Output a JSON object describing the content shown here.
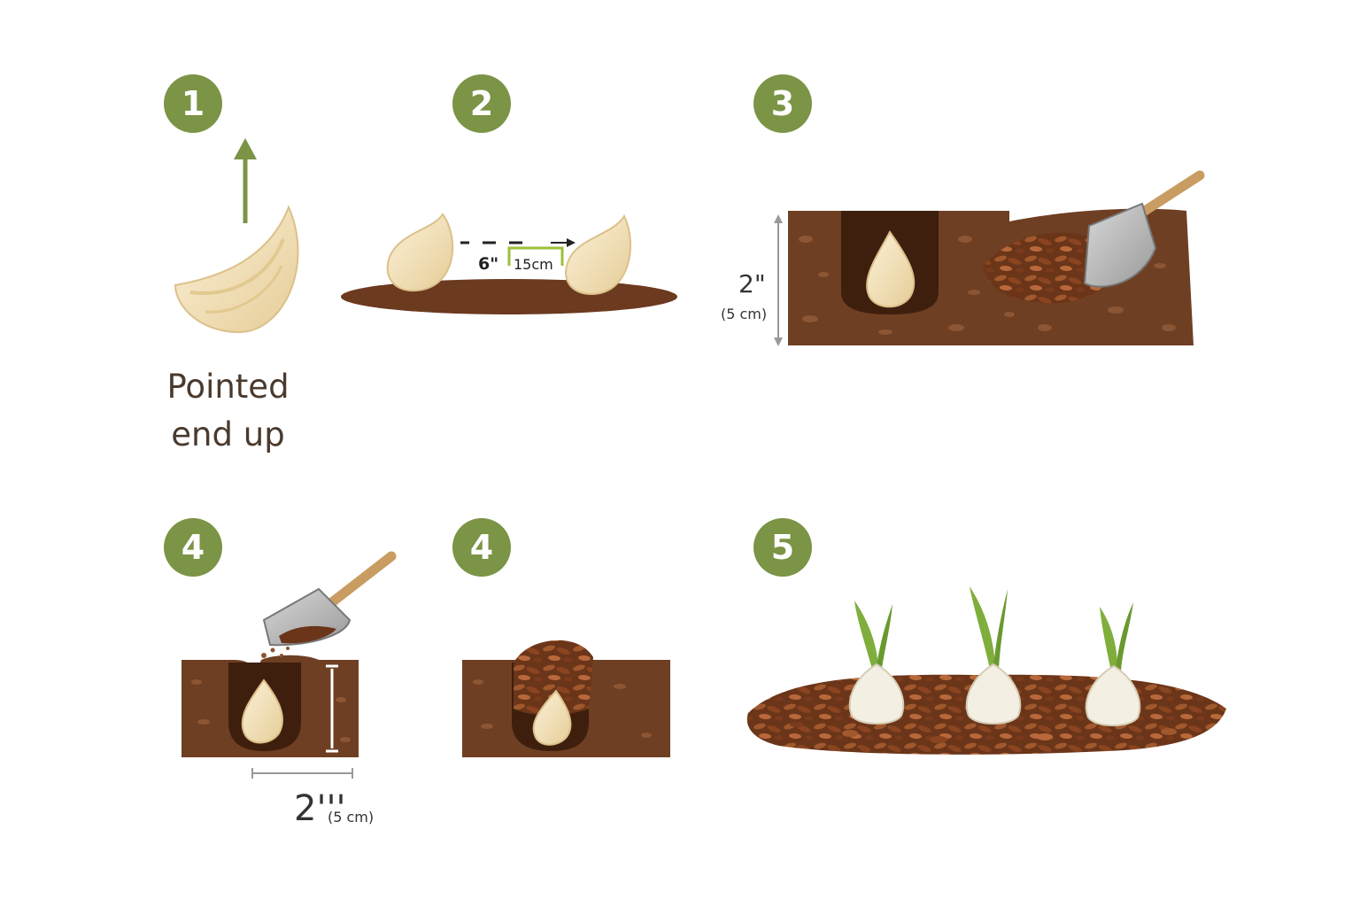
{
  "steps": [
    {
      "number": "1",
      "caption_lines": [
        "Pointed",
        "end up"
      ]
    },
    {
      "number": "2",
      "spacing_imperial": "6\"",
      "spacing_metric": "15cm"
    },
    {
      "number": "3",
      "depth_imperial": "2\"",
      "depth_metric": "(5 cm)"
    },
    {
      "number": "4",
      "depth_imperial": "2'''",
      "depth_metric": "(5 cm)"
    },
    {
      "number": "4"
    },
    {
      "number": "5"
    }
  ],
  "colors": {
    "badge": "#7b9445",
    "soil": "#6e3f22",
    "soil_dark": "#4a2714",
    "garlic": "#f1dfb6",
    "mulch": "#8a4a26",
    "sprout": "#7fae3c",
    "text": "#4a3a2e"
  }
}
